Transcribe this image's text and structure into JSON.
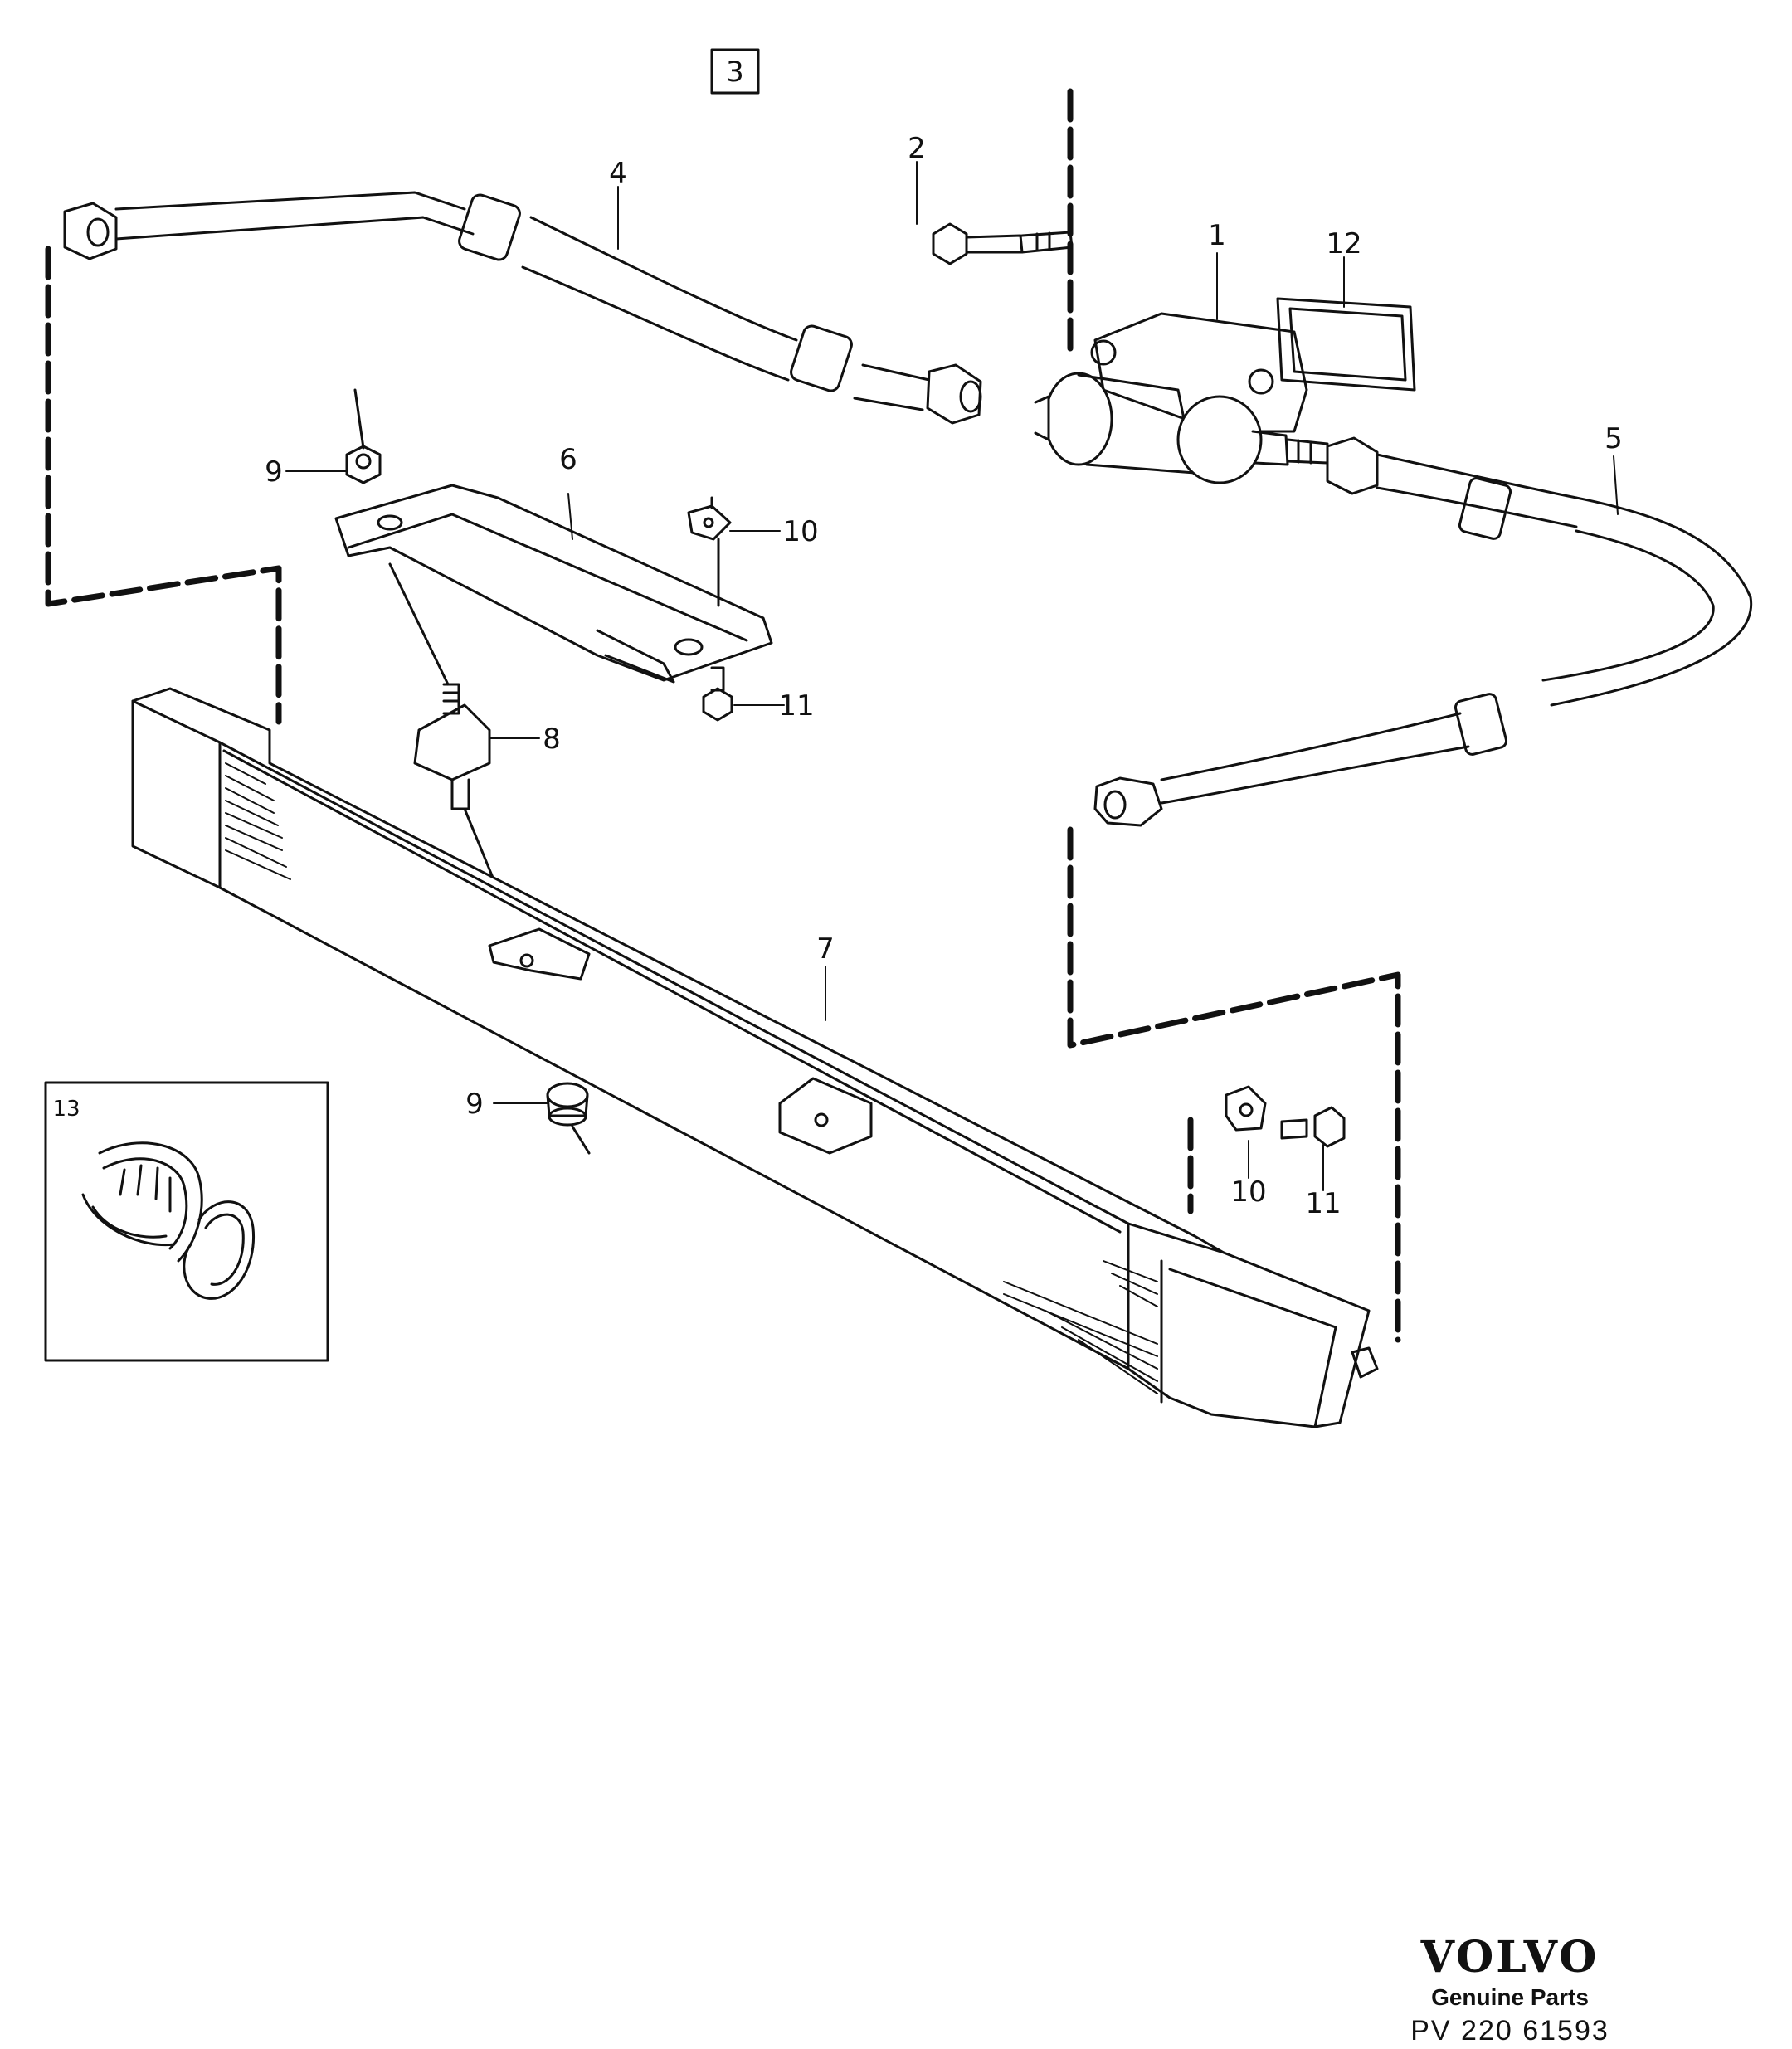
{
  "diagram": {
    "frame_number": "3",
    "callouts": [
      {
        "id": "1",
        "label": "1"
      },
      {
        "id": "2",
        "label": "2"
      },
      {
        "id": "4",
        "label": "4"
      },
      {
        "id": "12",
        "label": "12"
      },
      {
        "id": "5",
        "label": "5"
      },
      {
        "id": "6",
        "label": "6"
      },
      {
        "id": "9a",
        "label": "9"
      },
      {
        "id": "10a",
        "label": "10"
      },
      {
        "id": "11a",
        "label": "11"
      },
      {
        "id": "8",
        "label": "8"
      },
      {
        "id": "7",
        "label": "7"
      },
      {
        "id": "9b",
        "label": "9"
      },
      {
        "id": "10b",
        "label": "10"
      },
      {
        "id": "11b",
        "label": "11"
      }
    ],
    "inset_label": "13"
  },
  "brand": {
    "logo_text": "VOLVO",
    "subtitle": "Genuine Parts",
    "code": "PV 220 61593"
  }
}
